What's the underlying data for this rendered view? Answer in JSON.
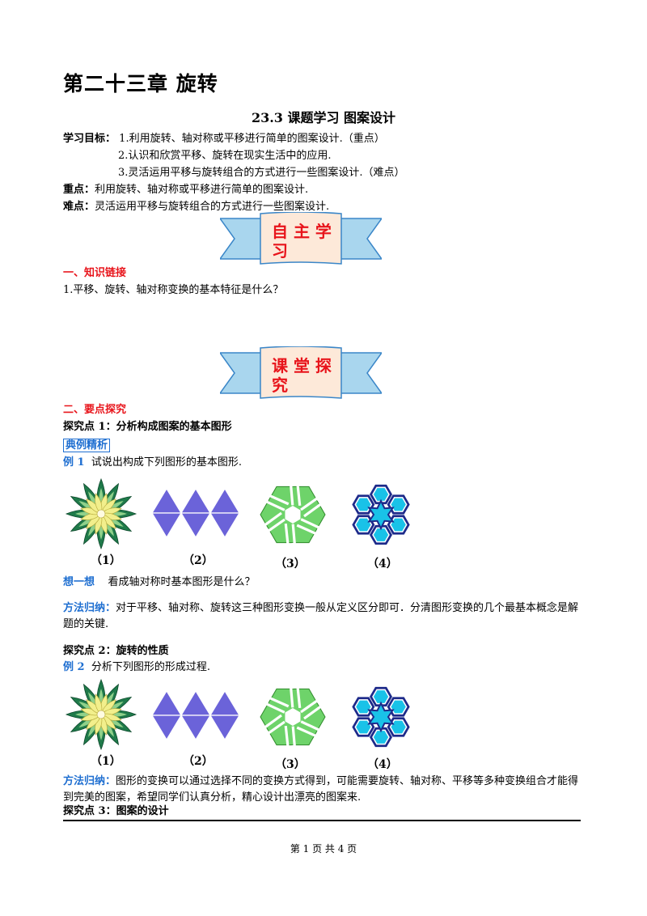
{
  "chapter_title": "第二十三章  旋转",
  "section_title": "23.3 课题学习  图案设计",
  "objectives": {
    "label": "学习目标",
    "items": [
      "1.利用旋转、轴对称或平移进行简单的图案设计.（重点）",
      "2.认识和欣赏平移、旋转在现实生活中的应用.",
      "3.灵活运用平移与旋转组合的方式进行一些图案设计.（难点）"
    ]
  },
  "key_point": {
    "label": "重点",
    "text": "利用旋转、轴对称或平移进行简单的图案设计."
  },
  "difficulty": {
    "label": "难点",
    "text": "灵活运用平移与旋转组合的方式进行一些图案设计."
  },
  "banner1": {
    "line1": "自 主 学",
    "line2": "习"
  },
  "part1": {
    "heading": "一、知识链接",
    "question": "1.平移、旋转、轴对称变换的基本特征是什么？"
  },
  "banner2": {
    "line1": "课 堂 探",
    "line2": "究"
  },
  "part2": {
    "heading": "二、要点探究"
  },
  "explore1": {
    "title": "探究点 1：分析构成图案的基本图形",
    "tag": "典例精析",
    "example_label": "例 1",
    "example_text": "试说出构成下列图形的基本图形."
  },
  "captions": [
    "（1）",
    "（2）",
    "（3）",
    "（4）"
  ],
  "think": {
    "label": "想一想",
    "text": "看成轴对称时基本图形是什么？"
  },
  "method1": {
    "label": "方法归纳：",
    "text": "对于平移、轴对称、旋转这三种图形变换一般从定义区分即可．分清图形变换的几个最基本概念是解题的关键."
  },
  "explore2": {
    "title": "探究点 2：旋转的性质",
    "example_label": "例 2",
    "example_text": "分析下列图形的形成过程."
  },
  "method2": {
    "label": "方法归纳：",
    "text": "图形的变换可以通过选择不同的变换方式得到，可能需要旋转、轴对称、平移等多种变换组合才能得到完美的图案，希望同学们认真分析，精心设计出漂亮的图案来."
  },
  "explore3": {
    "title": "探究点 3：图案的设计"
  },
  "footer": "第 1 页 共 4 页",
  "colors": {
    "accent_red": "#e8141b",
    "accent_blue": "#1f6fd1",
    "banner_fill": "#fde9d9",
    "banner_ribbon": "#a9d6ee",
    "flower_green": "#1f7a4a",
    "flower_yellow": "#f2ef8c",
    "triangle_blue": "#6b63d9",
    "hex_green": "#6ed36a",
    "hex_cyan": "#19c2e8",
    "hex_navy": "#1d2a8a"
  }
}
